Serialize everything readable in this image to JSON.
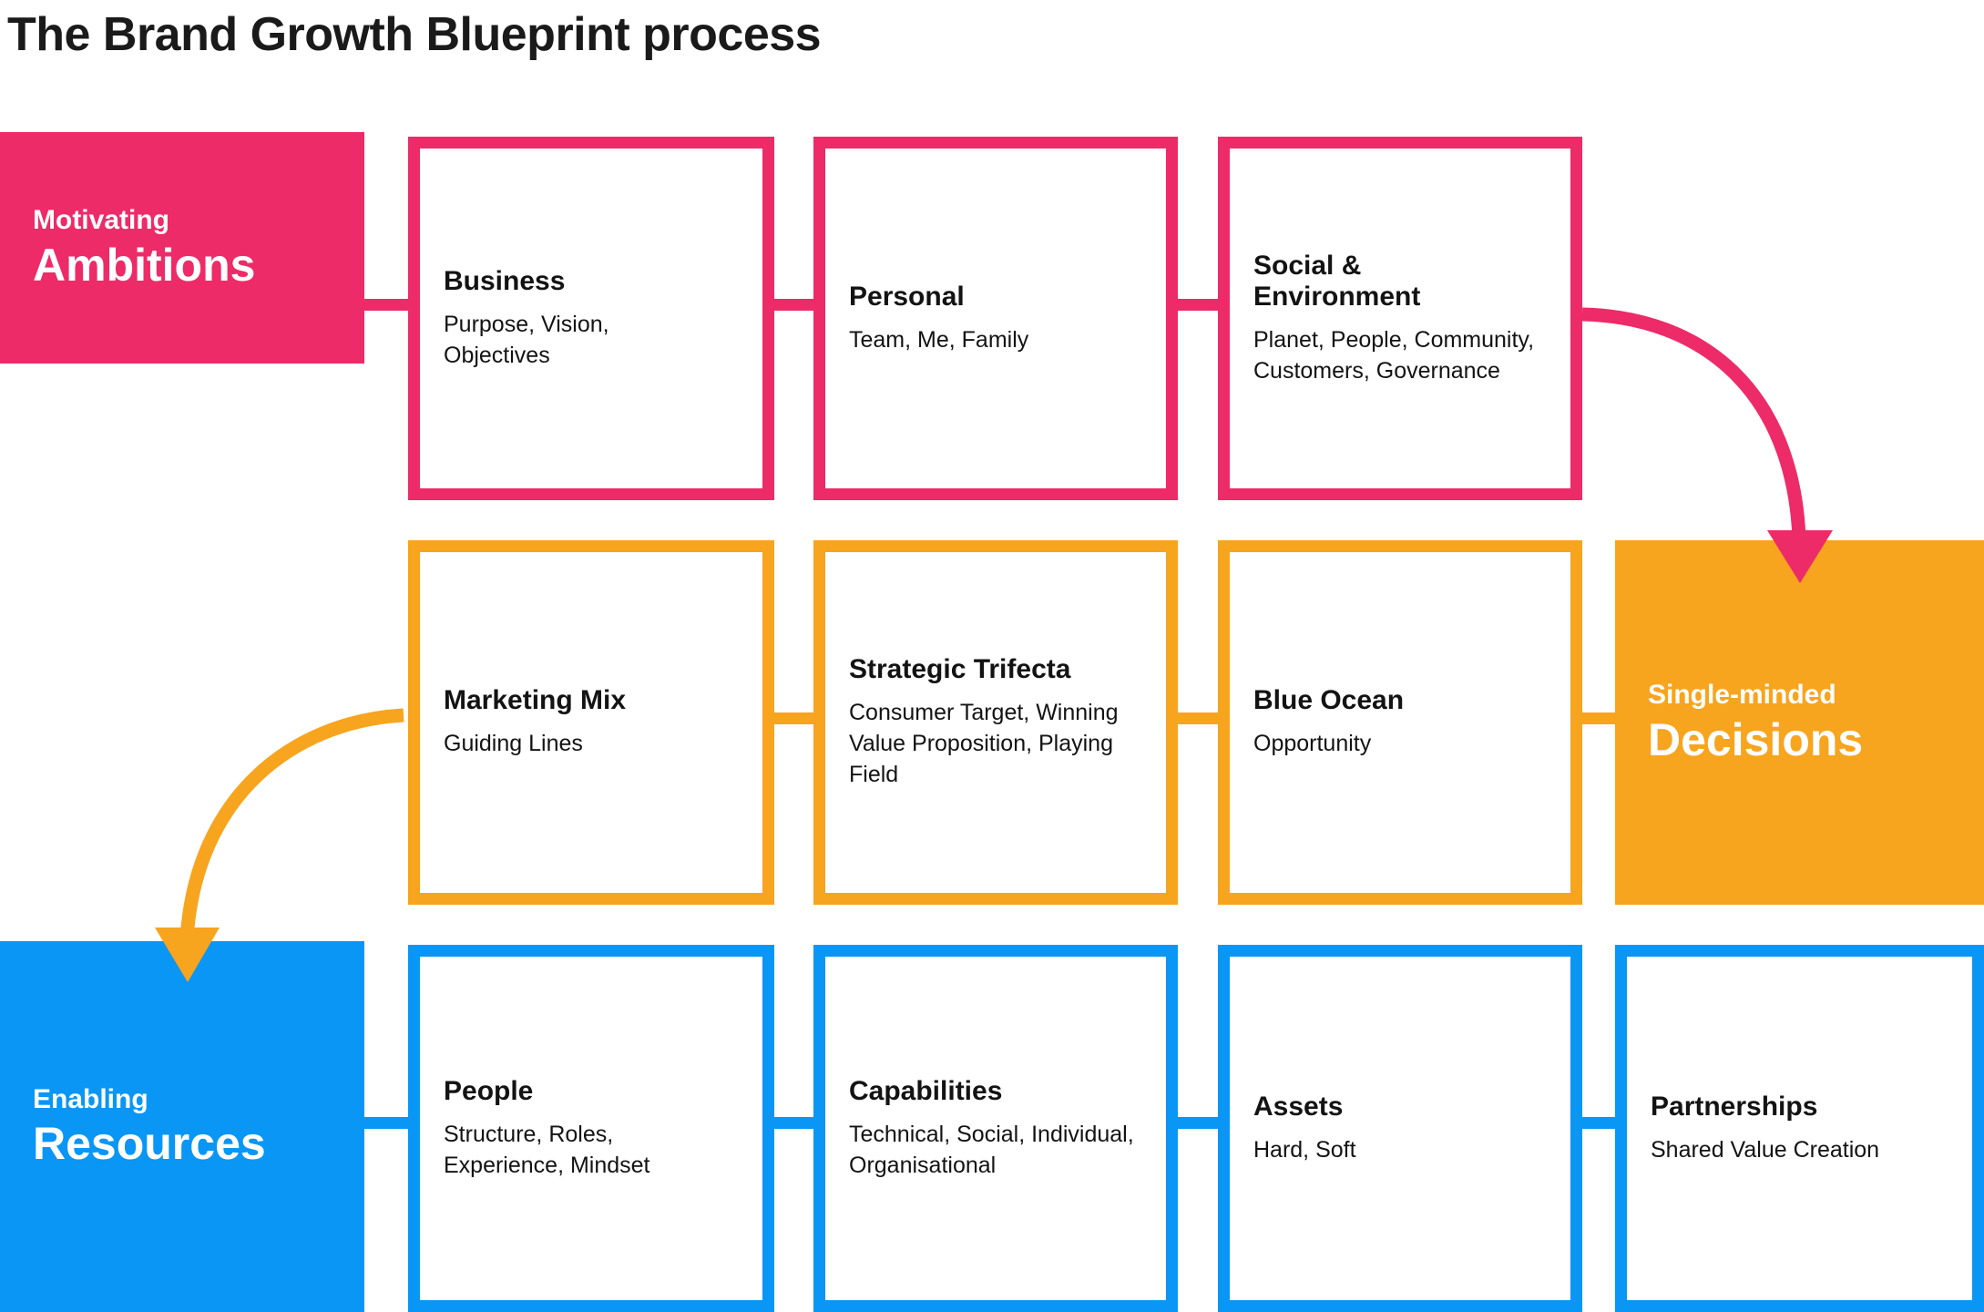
{
  "title": "The Brand Growth Blueprint process",
  "colors": {
    "pink": "#ED2B68",
    "orange": "#F7A41E",
    "blue": "#0A96F5",
    "text": "#131313",
    "background": "#FFFFFF"
  },
  "rows": [
    {
      "id": "ambitions",
      "accent": "#ED2B68",
      "block": {
        "kicker": "Motivating",
        "headline": "Ambitions",
        "position": "left"
      },
      "cards": [
        {
          "title": "Business",
          "subtitle": "Purpose, Vision, Objectives"
        },
        {
          "title": "Personal",
          "subtitle": "Team, Me, Family"
        },
        {
          "title": "Social & Environment",
          "subtitle": "Planet, People, Community, Customers, Governance"
        }
      ]
    },
    {
      "id": "decisions",
      "accent": "#F7A41E",
      "block": {
        "kicker": "Single-minded",
        "headline": "Decisions",
        "position": "right"
      },
      "cards": [
        {
          "title": "Marketing Mix",
          "subtitle": "Guiding Lines"
        },
        {
          "title": "Strategic Trifecta",
          "subtitle": "Consumer Target, Winning Value Proposition, Playing Field"
        },
        {
          "title": "Blue Ocean",
          "subtitle": "Opportunity"
        }
      ]
    },
    {
      "id": "resources",
      "accent": "#0A96F5",
      "block": {
        "kicker": "Enabling",
        "headline": "Resources",
        "position": "left"
      },
      "cards": [
        {
          "title": "People",
          "subtitle": "Structure, Roles, Experience, Mindset"
        },
        {
          "title": "Capabilities",
          "subtitle": "Technical, Social, Individual, Organisational"
        },
        {
          "title": "Assets",
          "subtitle": "Hard, Soft"
        },
        {
          "title": "Partnerships",
          "subtitle": "Shared Value Creation"
        }
      ]
    }
  ],
  "arrows": [
    {
      "id": "ambitions-to-decisions",
      "color": "#ED2B68",
      "from": "Social & Environment",
      "to": "Single-minded Decisions",
      "direction": "down-right"
    },
    {
      "id": "decisions-to-resources",
      "color": "#F7A41E",
      "from": "Marketing Mix",
      "to": "Enabling Resources",
      "direction": "down-left"
    }
  ]
}
